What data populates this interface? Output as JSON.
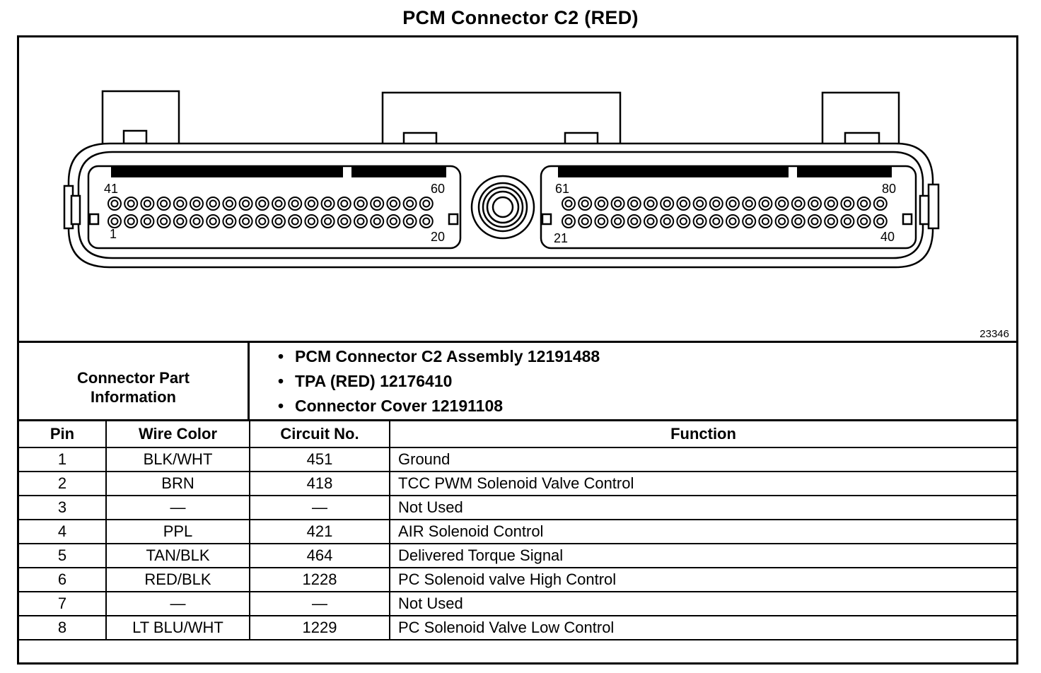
{
  "title": "PCM Connector C2 (RED)",
  "diagram": {
    "figure_number": "23346",
    "pin_labels": {
      "top_left_start": "41",
      "top_left_end": "60",
      "bottom_left_start": "1",
      "bottom_left_end": "20",
      "top_right_start": "61",
      "top_right_end": "80",
      "bottom_right_start": "21",
      "bottom_right_end": "40"
    }
  },
  "part_info": {
    "label": "Connector Part Information",
    "items": [
      "PCM Connector C2 Assembly 12191488",
      "TPA (RED) 12176410",
      "Connector Cover 12191108"
    ]
  },
  "table": {
    "headers": {
      "pin": "Pin",
      "wire_color": "Wire Color",
      "circuit": "Circuit No.",
      "function": "Function"
    },
    "rows": [
      {
        "pin": "1",
        "wire_color": "BLK/WHT",
        "circuit": "451",
        "function": "Ground"
      },
      {
        "pin": "2",
        "wire_color": "BRN",
        "circuit": "418",
        "function": "TCC PWM Solenoid Valve Control"
      },
      {
        "pin": "3",
        "wire_color": "—",
        "circuit": "—",
        "function": "Not Used"
      },
      {
        "pin": "4",
        "wire_color": "PPL",
        "circuit": "421",
        "function": "AIR Solenoid Control"
      },
      {
        "pin": "5",
        "wire_color": "TAN/BLK",
        "circuit": "464",
        "function": "Delivered Torque Signal"
      },
      {
        "pin": "6",
        "wire_color": "RED/BLK",
        "circuit": "1228",
        "function": "PC Solenoid valve High Control"
      },
      {
        "pin": "7",
        "wire_color": "—",
        "circuit": "—",
        "function": "Not Used"
      },
      {
        "pin": "8",
        "wire_color": "LT BLU/WHT",
        "circuit": "1229",
        "function": "PC Solenoid Valve Low Control"
      }
    ]
  }
}
